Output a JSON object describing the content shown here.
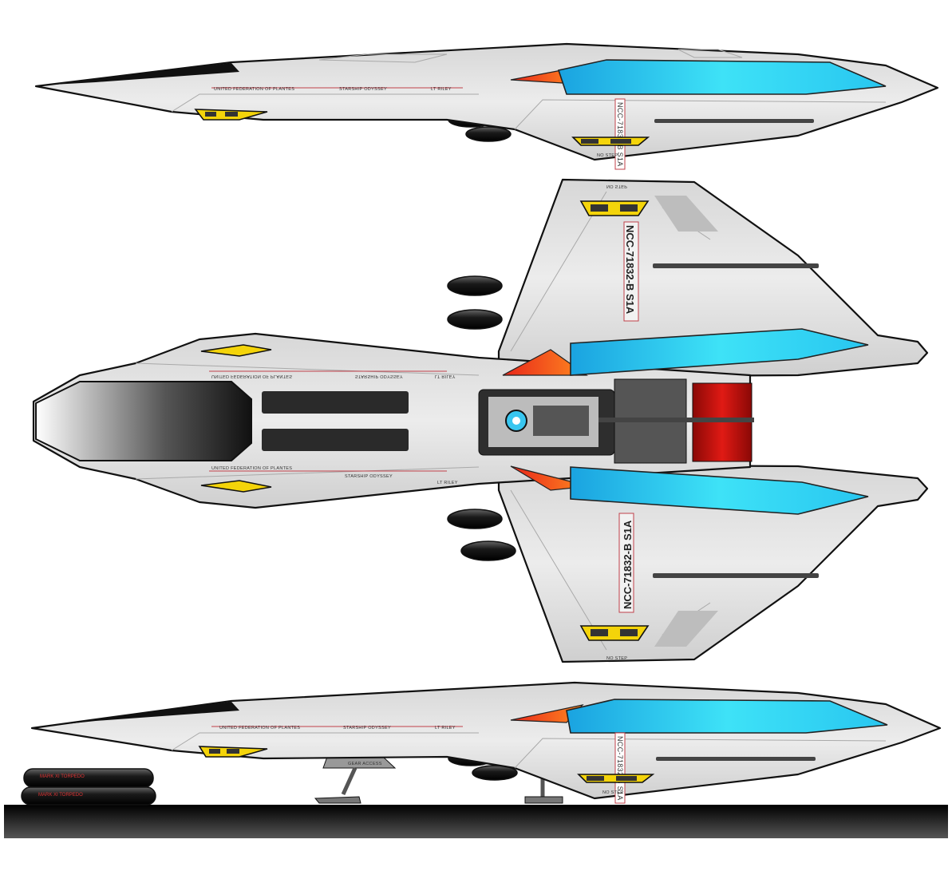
{
  "title": "Starship Odyssey orthographic views",
  "hull_markings": {
    "federation": "UNITED FEDERATION OF PLANTES",
    "ship_name": "STARSHIP ODYSSEY",
    "pilot": "LT RILEY",
    "registry": "NCC-71832-B S1A",
    "no_step": "NO STEP",
    "gear_access": "GEAR ACCESS",
    "torpedo": "MARK XI TORPEDO"
  },
  "colors": {
    "hull": "#e4e4e4",
    "window": "#35d6f5",
    "accent": "#ff5a1a",
    "vent": "#f4d40a",
    "engine": "#c8120f"
  }
}
